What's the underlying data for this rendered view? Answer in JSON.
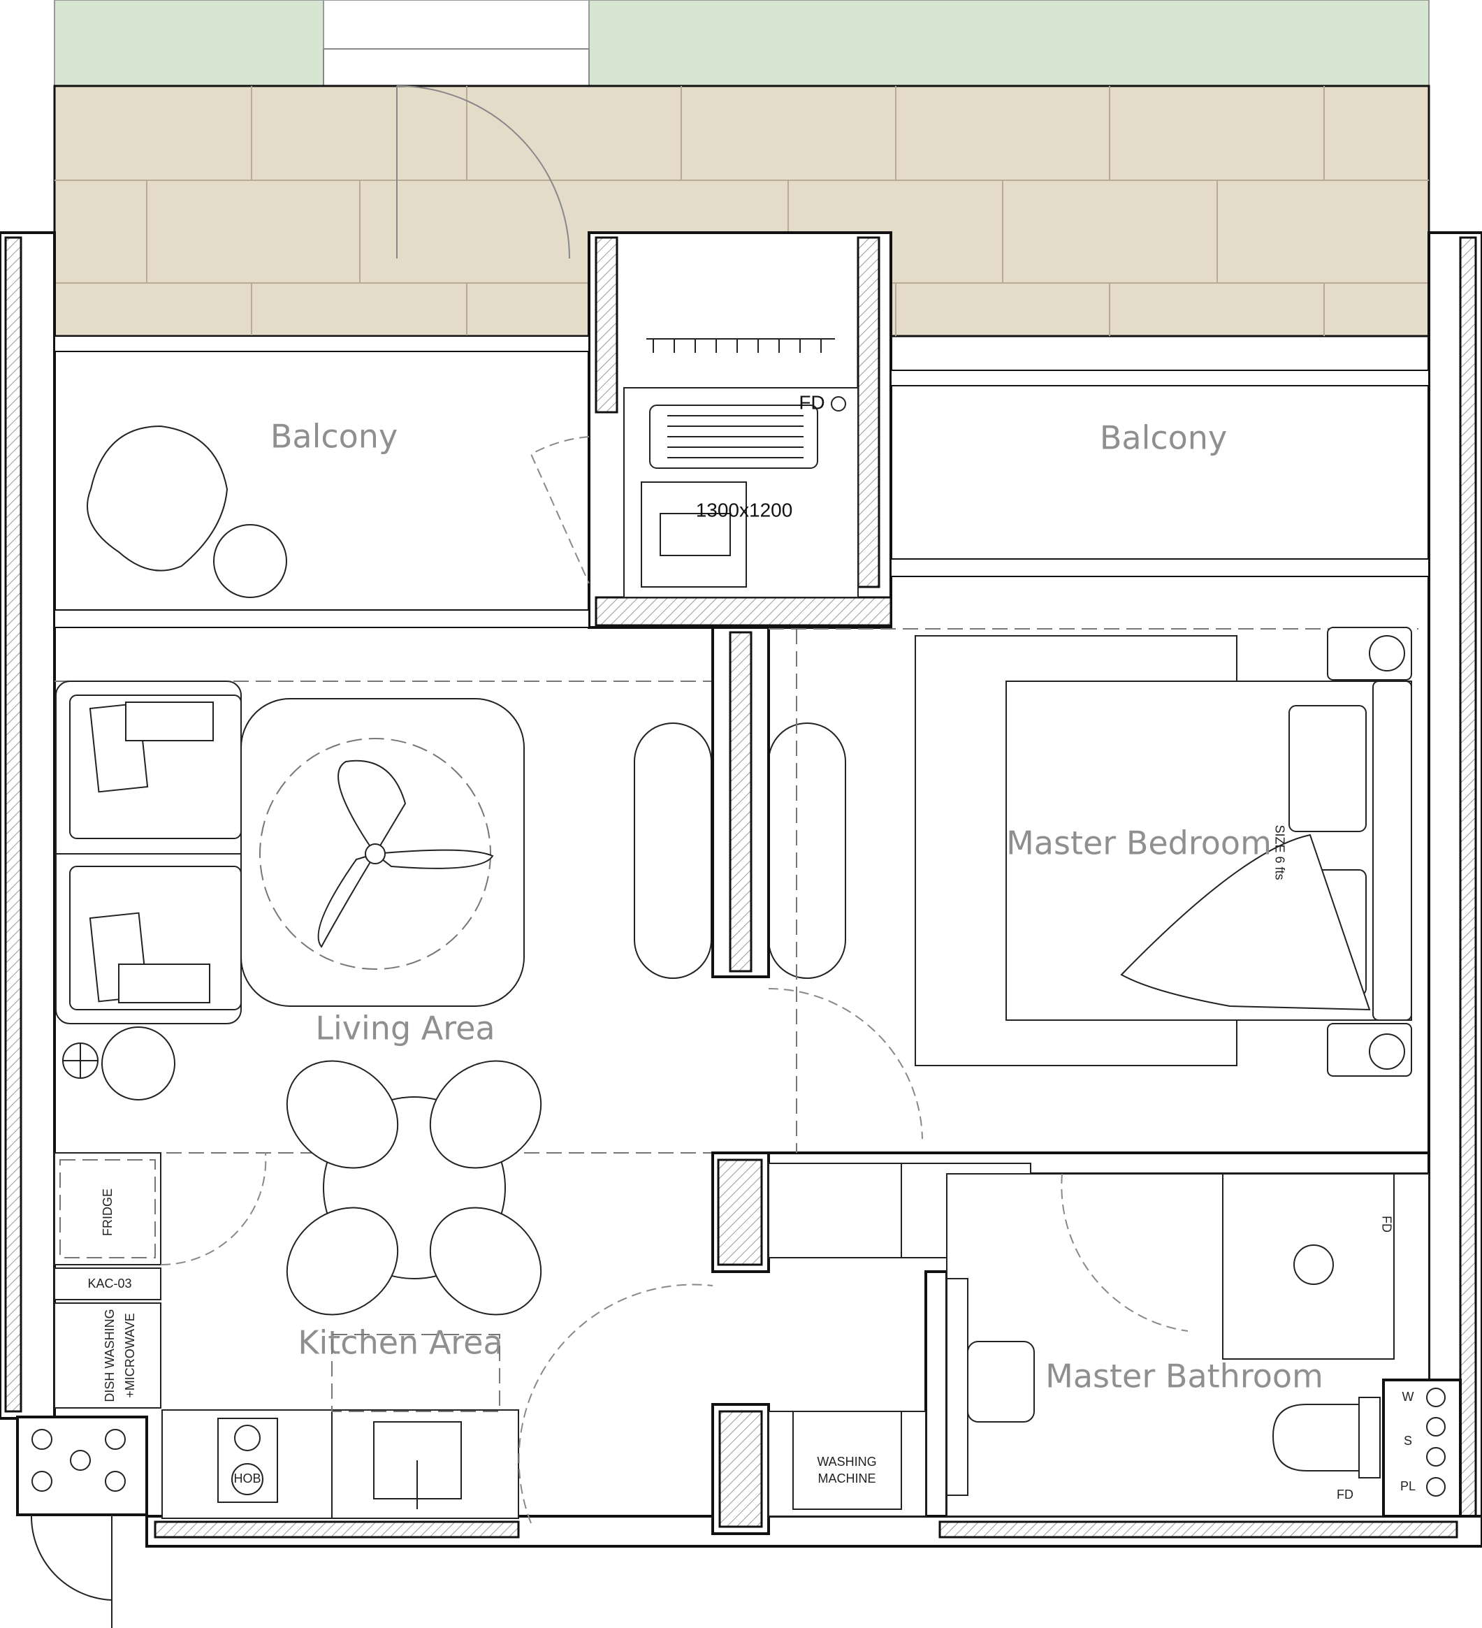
{
  "colors": {
    "grass": "#d6e6d2",
    "deck": "#e4dbc9",
    "wall_line": "#111111",
    "label_gray": "#8f8f8f"
  },
  "rooms": {
    "balcony_left": "Balcony",
    "balcony_right": "Balcony",
    "living_area": "Living Area",
    "kitchen_area": "Kitchen Area",
    "master_bedroom": "Master Bedroom",
    "master_bathroom": "Master Bathroom"
  },
  "labels": {
    "ac_dimension": "1300x1200",
    "fd_top": "FD",
    "fd_bath": "FD",
    "fd_side": "FD",
    "fridge": "FRIDGE",
    "kac": "KAC-03",
    "dish_washing": "DISH WASHING",
    "microwave": "+MICROWAVE",
    "hob": "HOB",
    "washing_machine_1": "WASHING",
    "washing_machine_2": "MACHINE",
    "bed_size": "SIZE 6 fts",
    "panel_1": "W",
    "panel_2": "S",
    "panel_3": "PL"
  }
}
